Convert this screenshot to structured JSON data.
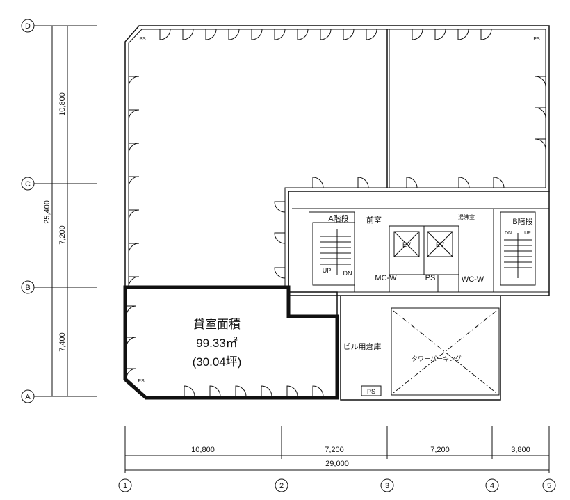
{
  "grid_rows": [
    "D",
    "C",
    "B",
    "A"
  ],
  "grid_cols": [
    "1",
    "2",
    "3",
    "4",
    "5"
  ],
  "dims_vertical": {
    "d_c": "10,800",
    "c_b": "7,200",
    "b_a": "7,400",
    "total": "25,400"
  },
  "dims_horizontal": {
    "c1_2": "10,800",
    "c2_3": "7,200",
    "c3_4": "7,200",
    "c4_5": "3,800",
    "total": "29,000"
  },
  "rooms": {
    "rental_title": "貸室面積",
    "rental_area": "99.33㎡",
    "rental_tsubo": "(30.04坪)",
    "storage": "ビル用倉庫",
    "tower_parking": "タワーパーキング",
    "stair_a": "A階段",
    "stair_b": "B階段",
    "lobby": "前室",
    "kitchenette": "湯沸室",
    "ev1": "EV",
    "ev2": "EV",
    "mcw": "MC-W",
    "wcw": "WC-W",
    "ps_core": "PS",
    "ps_bottom": "PS",
    "ps_tl": "PS",
    "ps_tr": "PS",
    "ps_bl": "PS",
    "up_a": "UP",
    "dn_a": "DN",
    "up_b": "UP",
    "dn_b": "DN"
  }
}
